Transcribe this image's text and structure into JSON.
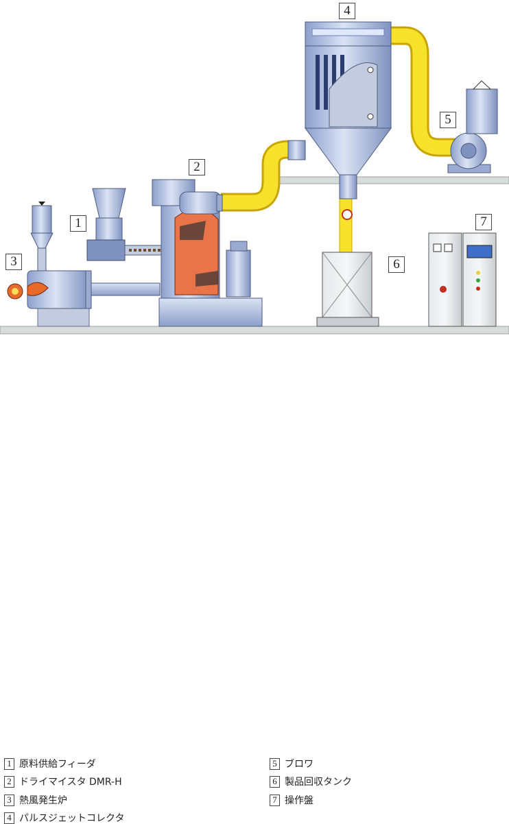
{
  "callouts": [
    "1",
    "2",
    "3",
    "4",
    "5",
    "6",
    "7"
  ],
  "legend": [
    {
      "num": "1",
      "label": "原料供給フィーダ"
    },
    {
      "num": "2",
      "label": "ドライマイスタ DMR-H"
    },
    {
      "num": "3",
      "label": "熱風発生炉"
    },
    {
      "num": "4",
      "label": "パルスジェットコレクタ"
    },
    {
      "num": "5",
      "label": "ブロワ"
    },
    {
      "num": "6",
      "label": "製品回収タンク"
    },
    {
      "num": "7",
      "label": "操作盤"
    }
  ],
  "colors": {
    "equipment": "#b9c7e4",
    "equipment_dark": "#7f92bf",
    "duct": "#f6e22a",
    "duct_edge": "#c9a400",
    "floor": "#d7dbd9",
    "flame": "#e86a2a",
    "chamber": "#e9744a"
  }
}
